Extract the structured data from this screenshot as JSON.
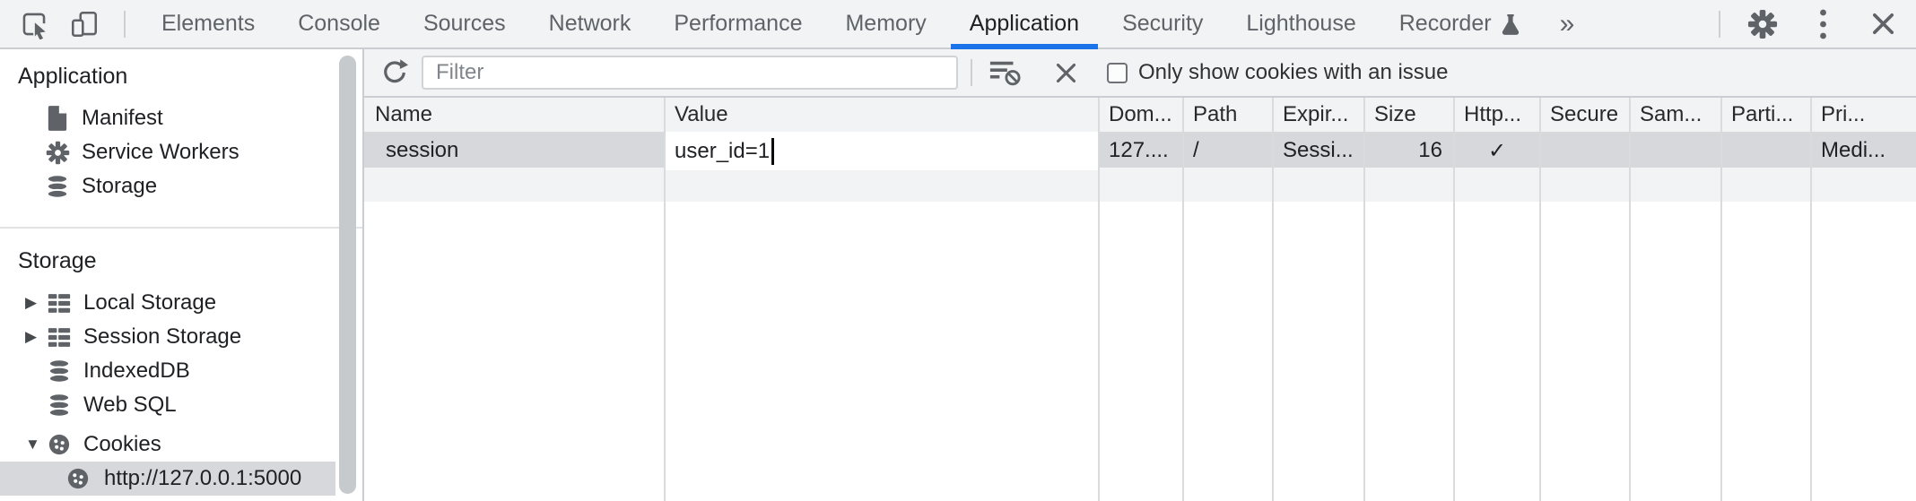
{
  "devtools": {
    "tabs": [
      "Elements",
      "Console",
      "Sources",
      "Network",
      "Performance",
      "Memory",
      "Application",
      "Security",
      "Lighthouse",
      "Recorder"
    ],
    "active_tab": "Application",
    "icons": {
      "more_tabs": "»",
      "expand": "▶",
      "collapse": "▼"
    }
  },
  "sidebar": {
    "sections": [
      {
        "title": "Application",
        "items": [
          {
            "label": "Manifest",
            "icon": "document-icon"
          },
          {
            "label": "Service Workers",
            "icon": "gear-icon"
          },
          {
            "label": "Storage",
            "icon": "database-icon"
          }
        ]
      },
      {
        "title": "Storage",
        "items": [
          {
            "label": "Local Storage",
            "icon": "table-icon",
            "expandable": true
          },
          {
            "label": "Session Storage",
            "icon": "table-icon",
            "expandable": true
          },
          {
            "label": "IndexedDB",
            "icon": "database-icon"
          },
          {
            "label": "Web SQL",
            "icon": "database-icon"
          },
          {
            "label": "Cookies",
            "icon": "cookie-icon",
            "expanded": true,
            "children": [
              {
                "label": "http://127.0.0.1:5000",
                "icon": "cookie-icon",
                "selected": true
              }
            ]
          }
        ]
      }
    ]
  },
  "toolbar": {
    "filter_placeholder": "Filter",
    "filter_value": "",
    "checkbox_label": "Only show cookies with an issue",
    "checkbox_checked": false
  },
  "cookie_table": {
    "columns": [
      "Name",
      "Value",
      "Dom...",
      "Path",
      "Expir...",
      "Size",
      "Http...",
      "Secure",
      "Sam...",
      "Parti...",
      "Pri..."
    ],
    "rows": [
      {
        "name": "session",
        "value": "user_id=1",
        "value_editing": true,
        "domain": "127....",
        "path": "/",
        "expires": "Sessi...",
        "size": "16",
        "http_only": "✓",
        "secure": "",
        "same_site": "",
        "partitioned": "",
        "priority": "Medi...",
        "selected": true
      }
    ]
  },
  "colors": {
    "accent_blue": "#1a73e8",
    "toolbar_bg": "#f1f3f4",
    "selected_row_bg": "#d6d8db",
    "stripe_bg": "#f1f3f4",
    "icon_gray": "#5f6368",
    "text_primary": "#202124",
    "text_secondary": "#5f6368"
  }
}
